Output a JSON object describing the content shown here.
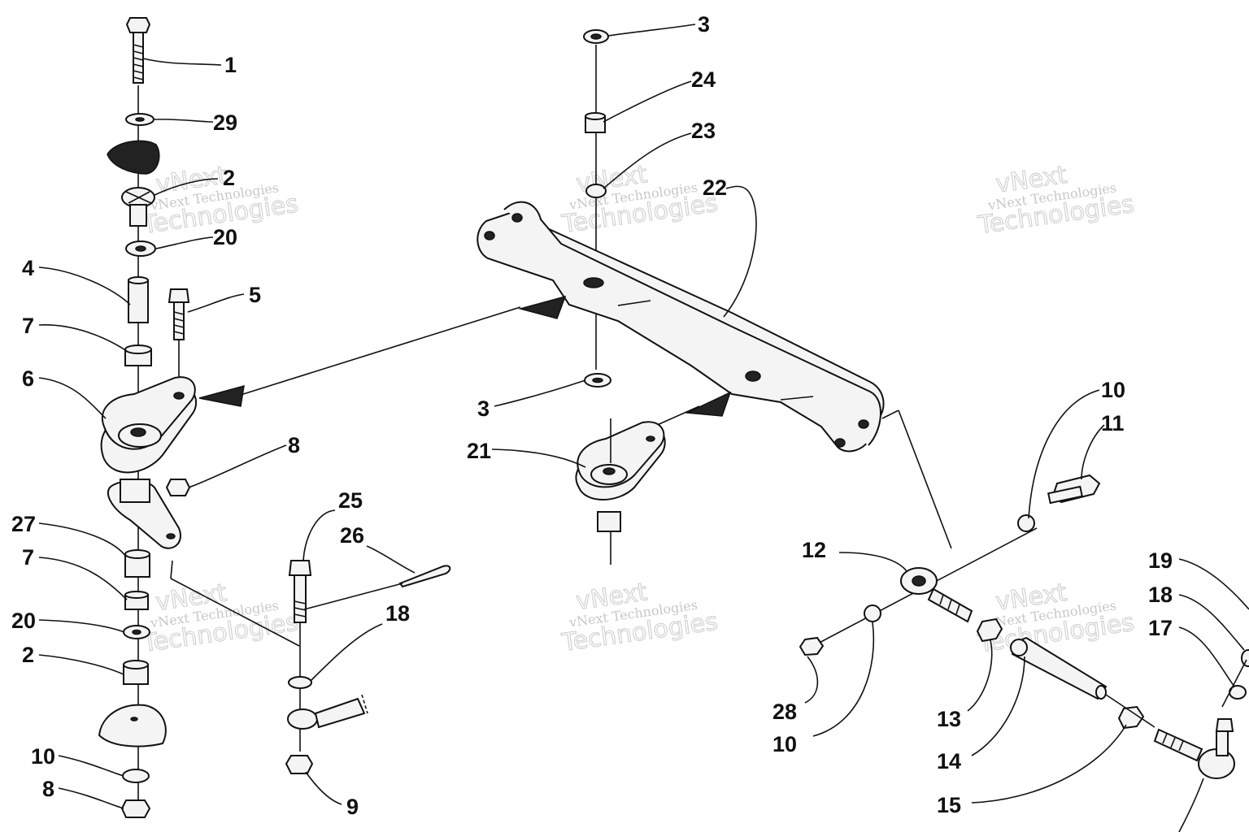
{
  "watermark": {
    "line1": "vNext",
    "line2": "vNext Technologies",
    "line3": "Technologies"
  },
  "callouts": [
    {
      "id": "c-1",
      "text": "1"
    },
    {
      "id": "c-29",
      "text": "29"
    },
    {
      "id": "c-2a",
      "text": "2"
    },
    {
      "id": "c-20a",
      "text": "20"
    },
    {
      "id": "c-4",
      "text": "4"
    },
    {
      "id": "c-5",
      "text": "5"
    },
    {
      "id": "c-7a",
      "text": "7"
    },
    {
      "id": "c-6",
      "text": "6"
    },
    {
      "id": "c-8a",
      "text": "8"
    },
    {
      "id": "c-27",
      "text": "27"
    },
    {
      "id": "c-7b",
      "text": "7"
    },
    {
      "id": "c-20b",
      "text": "20"
    },
    {
      "id": "c-2b",
      "text": "2"
    },
    {
      "id": "c-10a",
      "text": "10"
    },
    {
      "id": "c-8b",
      "text": "8"
    },
    {
      "id": "c-25",
      "text": "25"
    },
    {
      "id": "c-26",
      "text": "26"
    },
    {
      "id": "c-18a",
      "text": "18"
    },
    {
      "id": "c-9",
      "text": "9"
    },
    {
      "id": "c-3a",
      "text": "3"
    },
    {
      "id": "c-24",
      "text": "24"
    },
    {
      "id": "c-23",
      "text": "23"
    },
    {
      "id": "c-22",
      "text": "22"
    },
    {
      "id": "c-3b",
      "text": "3"
    },
    {
      "id": "c-21",
      "text": "21"
    },
    {
      "id": "c-10b",
      "text": "10"
    },
    {
      "id": "c-11",
      "text": "11"
    },
    {
      "id": "c-12",
      "text": "12"
    },
    {
      "id": "c-28",
      "text": "28"
    },
    {
      "id": "c-10c",
      "text": "10"
    },
    {
      "id": "c-13",
      "text": "13"
    },
    {
      "id": "c-14",
      "text": "14"
    },
    {
      "id": "c-15",
      "text": "15"
    },
    {
      "id": "c-19",
      "text": "19"
    },
    {
      "id": "c-18b",
      "text": "18"
    },
    {
      "id": "c-17",
      "text": "17"
    }
  ]
}
